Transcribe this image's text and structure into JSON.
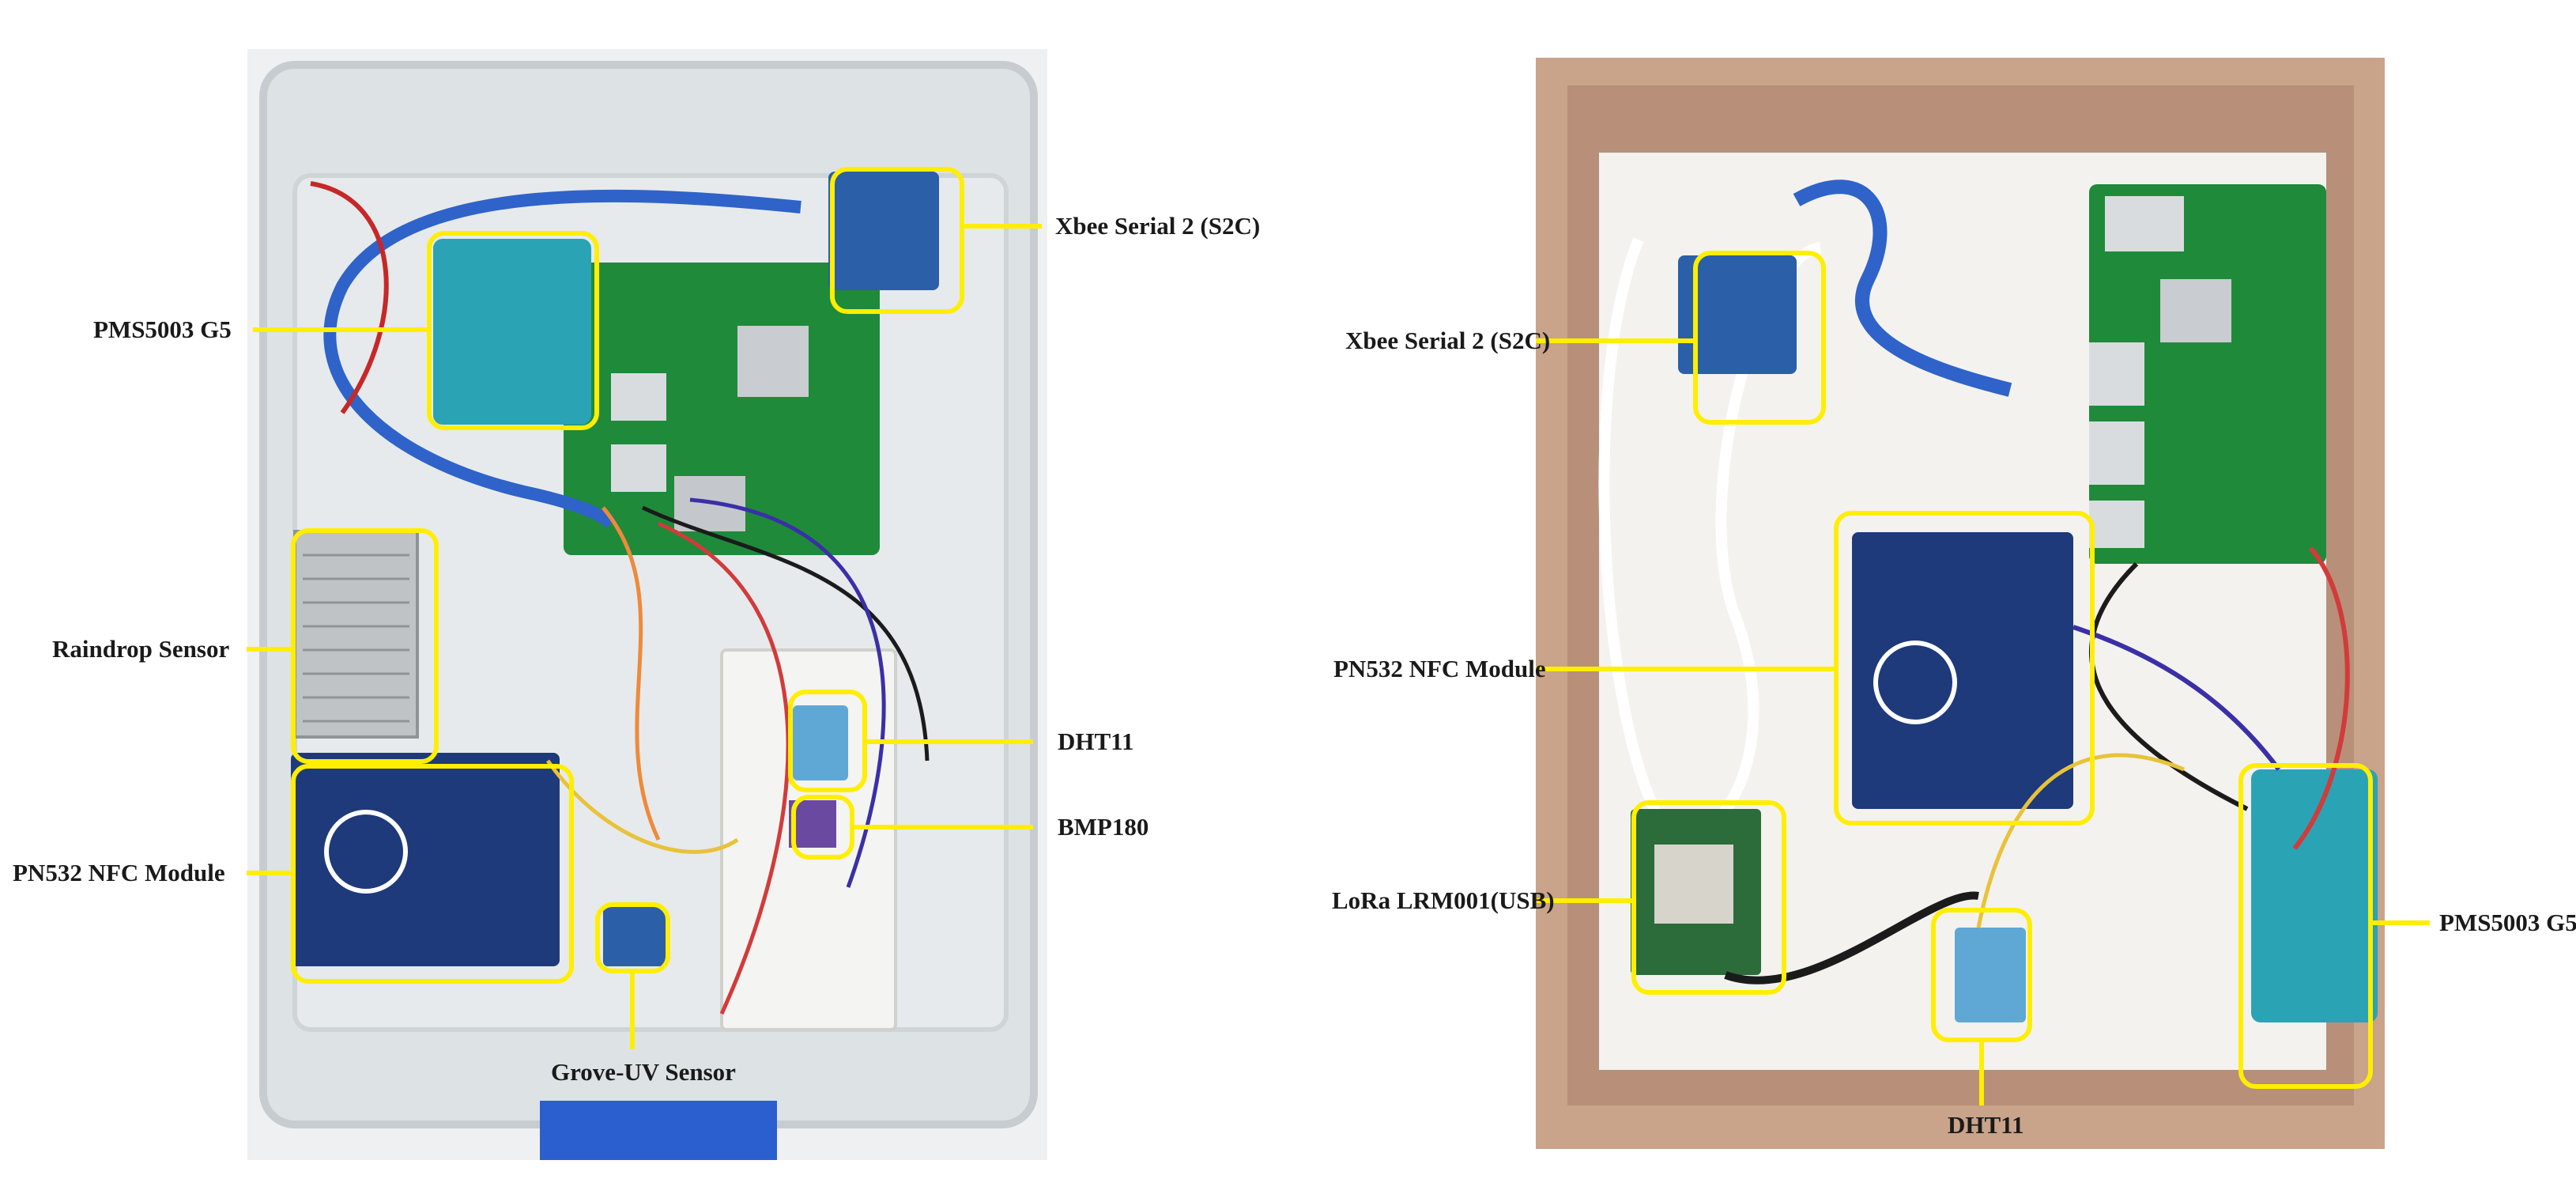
{
  "left_panel": {
    "labels": {
      "xbee": "Xbee Serial 2 (S2C)",
      "pms": "PMS5003 G5",
      "raindrop": "Raindrop Sensor",
      "dht11": "DHT11",
      "bmp180": "BMP180",
      "nfc": "PN532 NFC Module",
      "uv": "Grove-UV Sensor"
    },
    "nfc_logo": "NFC"
  },
  "right_panel": {
    "labels": {
      "xbee": "Xbee Serial 2 (S2C)",
      "nfc": "PN532 NFC Module",
      "lora": "LoRa LRM001(USB)",
      "dht11": "DHT11",
      "pms": "PMS5003 G5"
    },
    "nfc_logo": "NFC"
  },
  "colors": {
    "highlight": "#ffee00",
    "box_left": "#dfe3e6",
    "box_right": "#c9a38a",
    "pcb": "#1f8a3a",
    "nfc_board": "#1e3a7a",
    "pms_sensor": "#2aa3b5",
    "usb_cable": "#2f63c9"
  }
}
